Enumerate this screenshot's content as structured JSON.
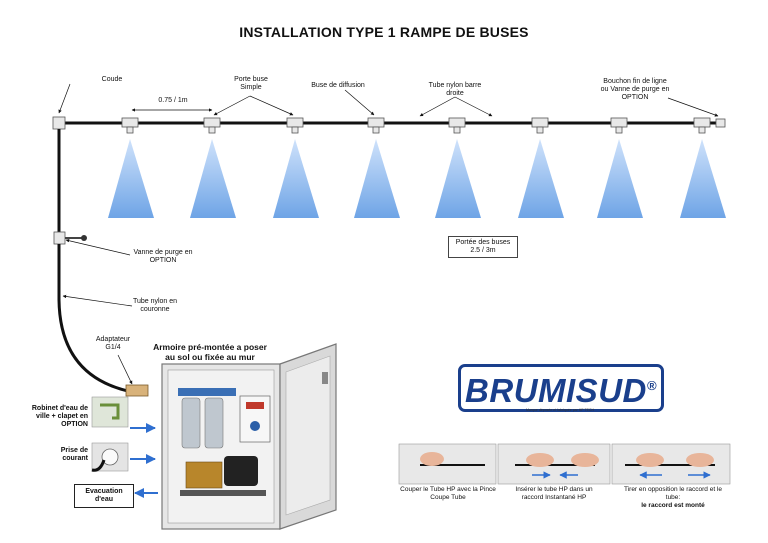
{
  "title": "INSTALLATION TYPE 1 RAMPE DE BUSES",
  "labels": {
    "coude": "Coude",
    "porte_buse": "Porte buse Simple",
    "spacing": "0.75 / 1m",
    "buse_diffusion": "Buse de diffusion",
    "tube_barre": "Tube nylon barre droite",
    "bouchon": "Bouchon fin de ligne ou Vanne de purge en OPTION",
    "vanne_purge": "Vanne de purge en OPTION",
    "portee": "Portée des buses 2.5 / 3m",
    "tube_couronne": "Tube nylon en couronne",
    "adaptateur": "Adaptateur G1/4"
  },
  "cabinet": {
    "title": "Armoire pré-montée a poser au sol ou fixée au mur"
  },
  "inputs": {
    "robinet": "Robinet d'eau de ville + clapet en OPTION",
    "prise": "Prise de courant",
    "evacuation": "Evacuation d'eau"
  },
  "logo": {
    "name": "BRUMISUD",
    "registered": "®",
    "subtitle": "Marque déposée et fabriquée par HP TECH"
  },
  "steps": [
    {
      "text": "Couper le Tube HP avec la Pince Coupe Tube"
    },
    {
      "text": "Insérer le tube HP dans un raccord Instantané HP"
    },
    {
      "text": "Tirer en opposition le raccord et le tube:",
      "bold": "le raccord est monté"
    }
  ],
  "colors": {
    "spray": "#7fb0e8",
    "arrow": "#2f6fd0",
    "logo": "#1a3f8c",
    "pipe": "#111111"
  }
}
